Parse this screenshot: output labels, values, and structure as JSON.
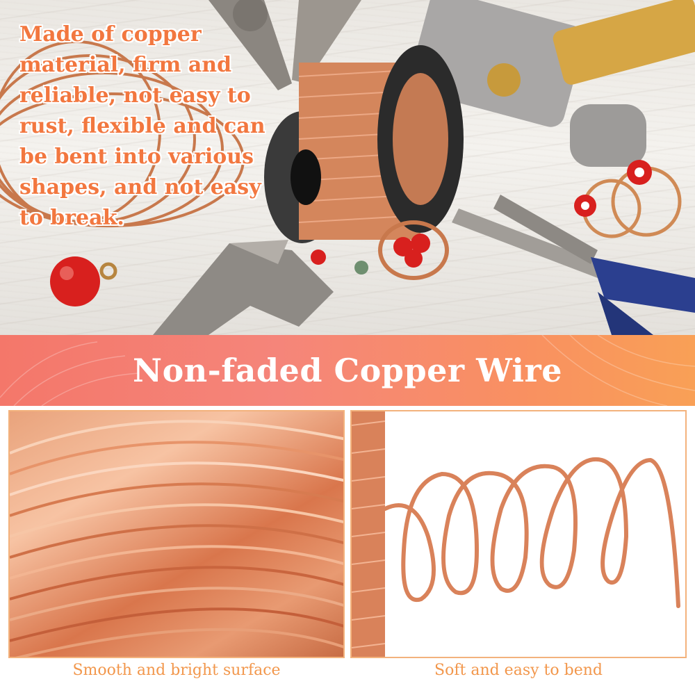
{
  "hero": {
    "description_text": "Made of copper material, firm and reliable, not easy to rust, flexible and can be bent into various shapes, and not easy to break."
  },
  "banner": {
    "title": "Non-faded Copper Wire"
  },
  "panels": {
    "left_caption": "Smooth and bright surface",
    "right_caption": "Soft and easy to bend"
  },
  "colors": {
    "accent_orange": "#f2773f",
    "banner_start": "#f4776a",
    "banner_end": "#f9a056",
    "copper": "#d9825a",
    "panel_border": "#f3b27c",
    "caption": "#f2974c"
  }
}
